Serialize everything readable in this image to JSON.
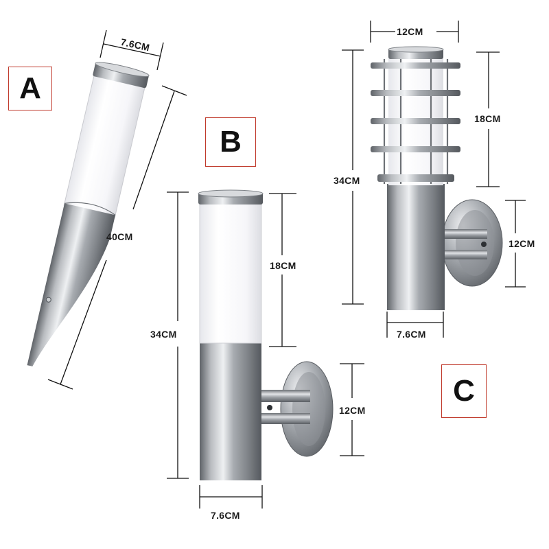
{
  "labels": {
    "a": "A",
    "b": "B",
    "c": "C"
  },
  "dimensions": {
    "a_diameter": "7.6CM",
    "a_length": "40CM",
    "b_height": "34CM",
    "b_shade": "18CM",
    "b_plate": "12CM",
    "b_diameter": "7.6CM",
    "c_width": "12CM",
    "c_height": "34CM",
    "c_shade": "18CM",
    "c_plate": "12CM",
    "c_diameter": "7.6CM"
  },
  "colors": {
    "label_border": "#c0392b",
    "dimension_line": "#111111",
    "steel": "#9a9ea3",
    "opal_glass": "#f7f7f9"
  }
}
